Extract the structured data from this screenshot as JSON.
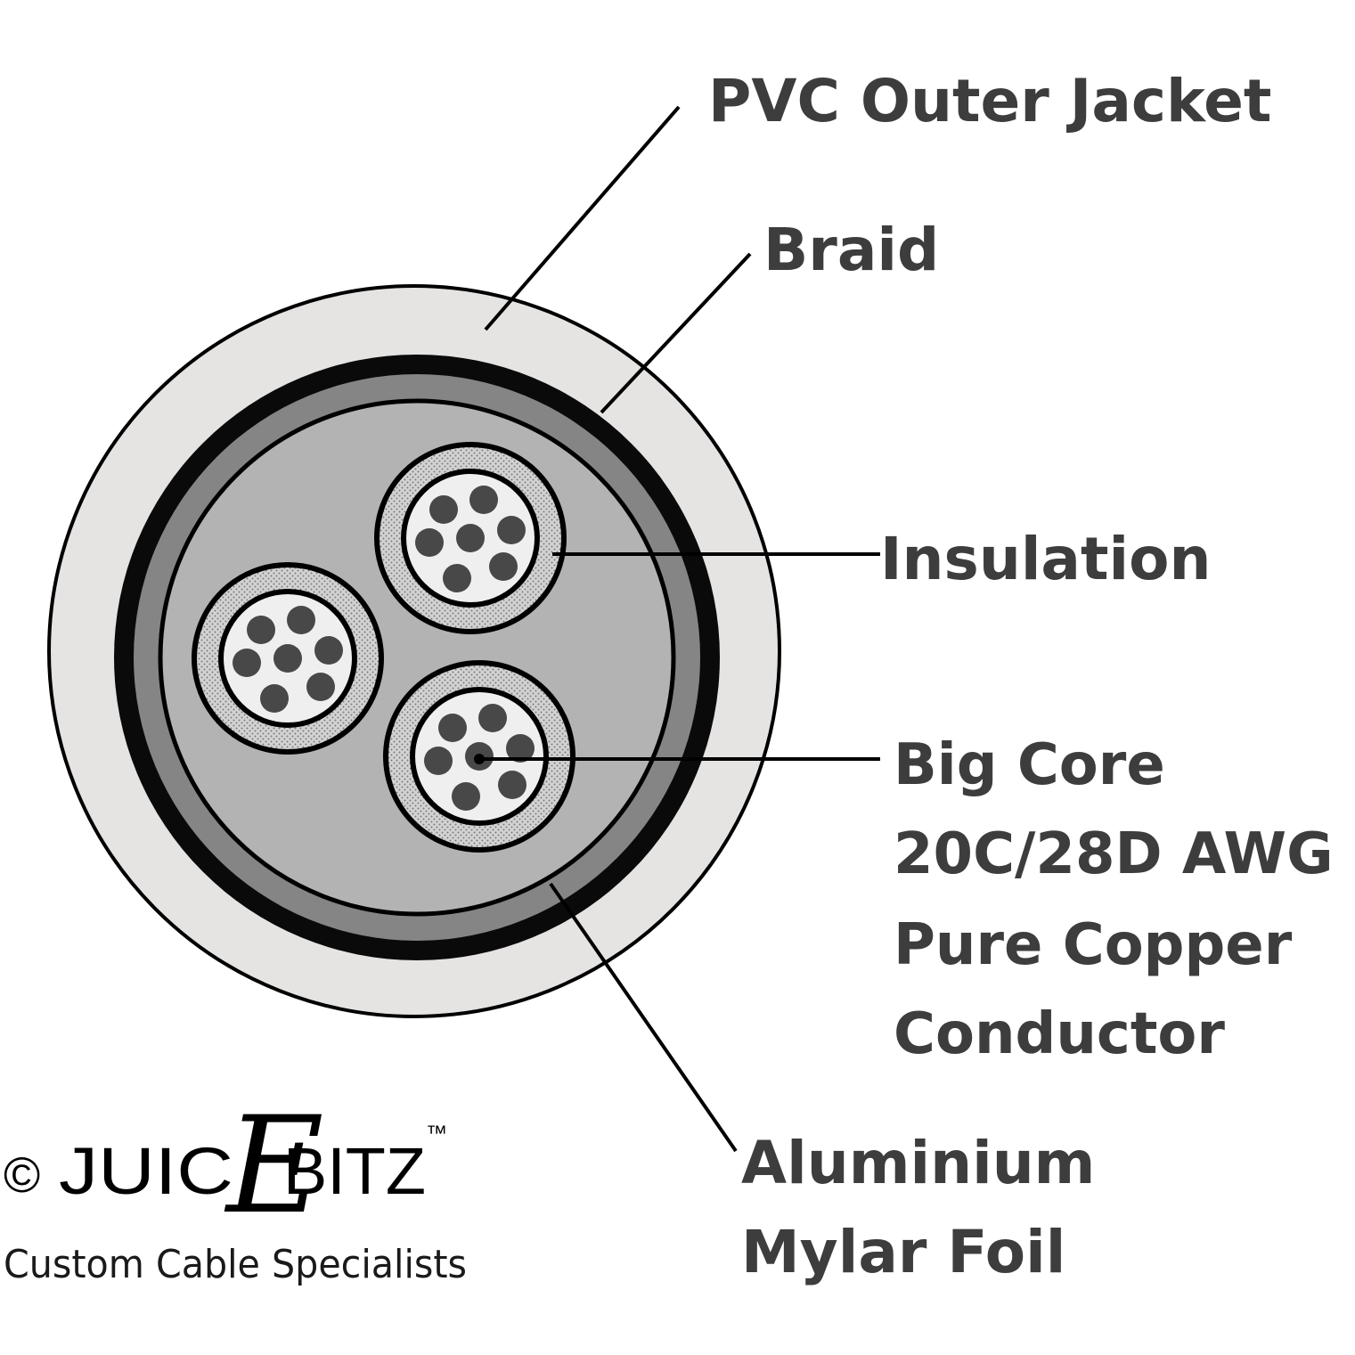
{
  "colors": {
    "jacket": "#e6e3e3",
    "braid": "#0a0a0a",
    "foil": "#858585",
    "filler": "#b3b3b3",
    "insulation": "#cfcfcf",
    "conductor_bg": "#efefef",
    "strand": "#484848",
    "label_text": "#3d3d3d"
  },
  "labels": {
    "jacket": "PVC Outer Jacket",
    "braid": "Braid",
    "insulation": "Insulation",
    "core": [
      "Big Core",
      "20C/28D AWG",
      "Pure Copper",
      "Conductor"
    ],
    "foil": [
      "Aluminium",
      "Mylar Foil"
    ]
  },
  "brand": {
    "copyright": "©",
    "name_left": "JUIC",
    "name_e": "E",
    "name_right": "BITZ",
    "trademark": "™",
    "tagline": "Custom Cable Specialists"
  }
}
